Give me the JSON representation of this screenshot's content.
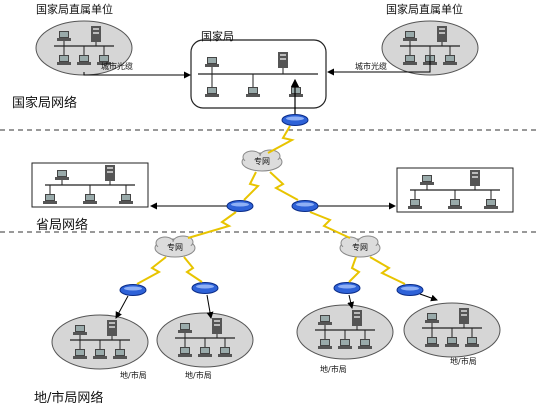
{
  "labels": {
    "top_left_unit": "国家局直属单位",
    "top_right_unit": "国家局直属单位",
    "national_bureau": "国家局",
    "city_link_left": "城市光缆",
    "city_link_right": "城市光缆",
    "national_network": "国家局网络",
    "private_net_1": "专网",
    "provincial_network": "省局网络",
    "private_net_2": "专网",
    "private_net_3": "专网",
    "local_bureau_1": "地/市局",
    "local_bureau_2": "地/市局",
    "local_bureau_3": "地/市局",
    "local_network": "地/市局网络"
  },
  "colors": {
    "lan_fill": "#d6d6d6",
    "cloud_fill": "#dcdcdc",
    "router_fill": "#2e62d8",
    "link_yellow": "#e8c400",
    "divider": "#333333"
  }
}
